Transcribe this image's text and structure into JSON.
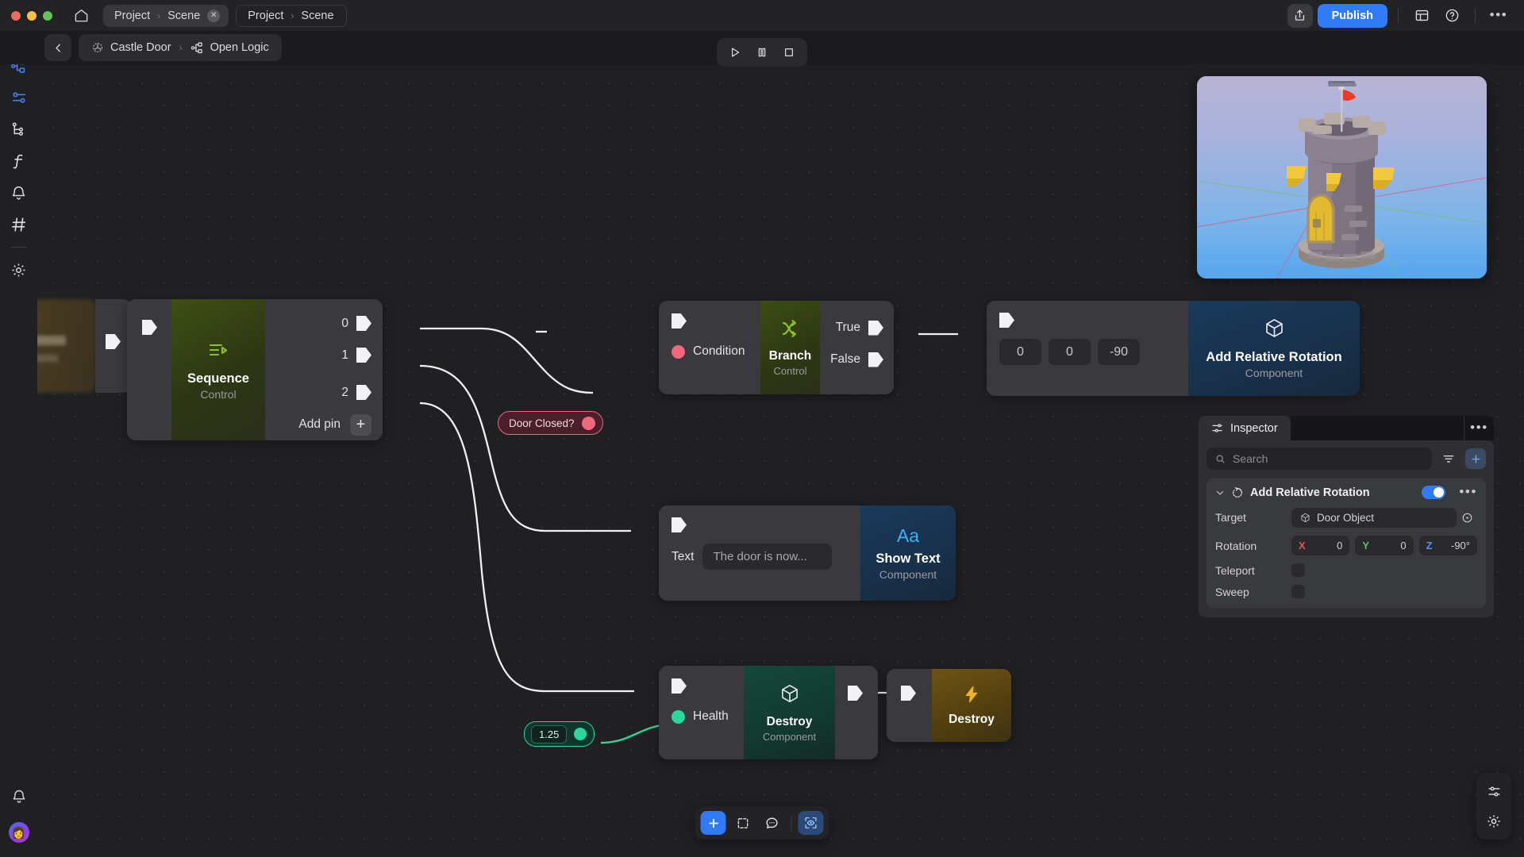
{
  "titlebar": {
    "home_icon": "home-icon",
    "tabs": [
      {
        "parts": [
          "Project",
          "Scene"
        ],
        "active": true,
        "closable": true
      },
      {
        "parts": [
          "Project",
          "Scene"
        ],
        "active": false,
        "closable": false
      }
    ],
    "separator": "›",
    "close_glyph": "✕",
    "share_icon": "share-icon",
    "publish_label": "Publish",
    "layout_icon": "layout-panel-icon",
    "help_icon": "help-circle-icon",
    "more_icon": "more-horizontal-icon",
    "publish_color": "#2f7bf6"
  },
  "subbar": {
    "back_icon": "chevron-left-icon",
    "crumbs": [
      {
        "icon": "object-3d-icon",
        "label": "Castle Door"
      },
      {
        "icon": "node-graph-icon",
        "label": "Open Logic"
      }
    ],
    "crumb_separator": "›"
  },
  "playback": {
    "play": "play-icon",
    "pause": "pause-icon",
    "stop": "stop-icon"
  },
  "rail": {
    "items": [
      {
        "icon": "node-graph-icon",
        "active": true
      },
      {
        "icon": "timeline-icon",
        "active": true
      },
      {
        "icon": "hierarchy-icon",
        "active": false
      },
      {
        "icon": "function-icon",
        "active": false
      },
      {
        "icon": "bell-icon",
        "active": false
      },
      {
        "icon": "hash-icon",
        "active": false
      }
    ],
    "settings_icon": "gear-icon",
    "notification_icon": "bell-icon",
    "avatar_icon": "user-avatar",
    "avatar_emoji": "👩"
  },
  "graph": {
    "nodes": [
      {
        "id": "sequence",
        "title": "Sequence",
        "subtitle": "Control",
        "icon": "sequence-icon",
        "accent": "#8bc22a",
        "outputs": [
          "0",
          "1",
          "2"
        ],
        "add_pin_label": "Add pin",
        "add_pin_glyph": "+"
      },
      {
        "id": "branch",
        "title": "Branch",
        "subtitle": "Control",
        "icon": "branch-icon",
        "accent": "#8bc22a",
        "input_label": "Condition",
        "outputs": [
          "True",
          "False"
        ]
      },
      {
        "id": "add-relative-rotation",
        "title": "Add Relative Rotation",
        "subtitle": "Component",
        "icon": "cube-icon",
        "accent": "#1d3a57",
        "values": [
          "0",
          "0",
          "-90"
        ]
      },
      {
        "id": "show-text",
        "title": "Show Text",
        "subtitle": "Component",
        "icon": "text-aa-icon",
        "accent": "#1d3a57",
        "field_label": "Text",
        "field_value": "The door is now..."
      },
      {
        "id": "destroy-component",
        "title": "Destroy",
        "subtitle": "Component",
        "icon": "cube-icon",
        "accent": "#1a4438",
        "input_label": "Health"
      },
      {
        "id": "destroy-event",
        "title": "Destroy",
        "subtitle": "",
        "icon": "lightning-icon",
        "accent": "#6b5014"
      }
    ],
    "pills": [
      {
        "id": "door-closed",
        "label": "Door Closed?",
        "kind": "condition",
        "color": "#f0677e"
      },
      {
        "id": "health-value",
        "label": "1.25",
        "kind": "number",
        "color": "#2bd79a"
      }
    ]
  },
  "inspector": {
    "tab_label": "Inspector",
    "tab_icon": "sliders-icon",
    "more_icon": "more-horizontal-icon",
    "search_placeholder": "Search",
    "search_value": "",
    "search_icon": "search-icon",
    "filter_icon": "filter-icon",
    "add_icon": "plus-icon",
    "component": {
      "title": "Add Relative Rotation",
      "icon": "rotation-icon",
      "collapse_icon": "chevron-down-icon",
      "enabled": true,
      "more_icon": "more-horizontal-icon",
      "properties": [
        {
          "label": "Target",
          "type": "object",
          "value": "Door Object",
          "icon": "cube-icon",
          "picker_icon": "target-picker-icon"
        },
        {
          "label": "Rotation",
          "type": "vector3",
          "axes": [
            {
              "axis": "X",
              "value": "0",
              "color": "#e8574e"
            },
            {
              "axis": "Y",
              "value": "0",
              "color": "#4fc46a"
            },
            {
              "axis": "Z",
              "value": "-90°",
              "color": "#4b9bf5"
            }
          ]
        },
        {
          "label": "Teleport",
          "type": "checkbox",
          "checked": false
        },
        {
          "label": "Sweep",
          "type": "checkbox",
          "checked": false
        }
      ]
    }
  },
  "bottom_toolbar": {
    "buttons": [
      {
        "icon": "plus-icon",
        "style": "blue"
      },
      {
        "icon": "marquee-select-icon",
        "style": "plain"
      },
      {
        "icon": "comment-icon",
        "style": "plain"
      },
      {
        "icon": "focus-view-icon",
        "style": "bluedim"
      }
    ]
  },
  "right_float": {
    "buttons": [
      {
        "icon": "sliders-icon"
      },
      {
        "icon": "gear-icon"
      }
    ]
  },
  "preview": {
    "name": "viewport-preview",
    "grip": "drag-grip"
  }
}
